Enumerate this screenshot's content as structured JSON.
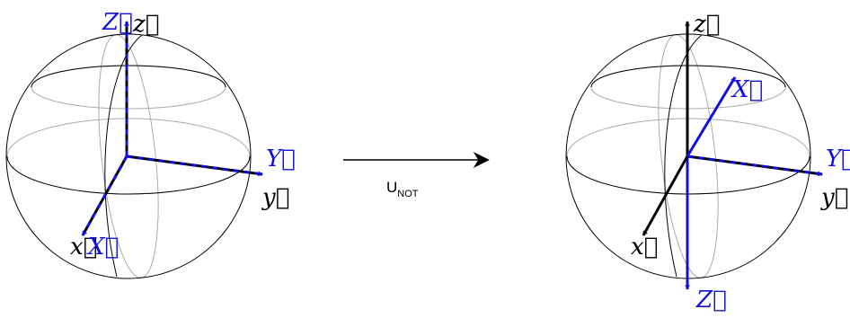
{
  "colors": {
    "line": "#000000",
    "hidden_line": "#aaaaaa",
    "lab_axis": "#000000",
    "rotated_axis": "#1010dd"
  },
  "spheres": [
    {
      "id": "before",
      "labels": {
        "z_lab": "z⃗",
        "z_rot": "Z⃗",
        "y_lab": "y⃗",
        "y_rot": "Y⃗",
        "x_lab": "x⃗",
        "x_rot": "X⃗"
      }
    },
    {
      "id": "after",
      "labels": {
        "z_lab": "z⃗",
        "z_rot": "Z⃗",
        "y_lab": "y⃗",
        "y_rot": "Y⃗",
        "x_lab": "x⃗",
        "x_rot": "X⃗"
      }
    }
  ],
  "operator": {
    "main": "U",
    "subscript": "NOT"
  }
}
